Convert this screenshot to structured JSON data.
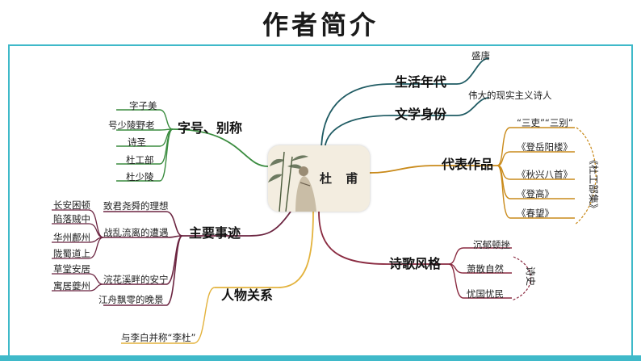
{
  "title": "作者简介",
  "center": {
    "name": "杜 甫",
    "portrait": "ink-portrait-with-bamboo"
  },
  "branches": {
    "life_era": {
      "label": "生活年代",
      "leaf": "盛唐"
    },
    "literary_identity": {
      "label": "文学身份",
      "leaf": "伟大的现实主义诗人"
    },
    "works": {
      "label": "代表作品",
      "items": [
        "“三吏”“三别”",
        "《登岳阳楼》",
        "《秋兴八首》",
        "《登高》",
        "《春望》"
      ],
      "side_label": "《杜工部集》"
    },
    "poetic_style": {
      "label": "诗歌风格",
      "items": [
        "沉郁顿挫",
        "萧散自然",
        "忧国忧民"
      ],
      "side_label": "诗史"
    },
    "names": {
      "label": "字号、别称",
      "items": [
        "字子美",
        "号少陵野老",
        "诗圣",
        "杜工部",
        "杜少陵"
      ]
    },
    "events": {
      "label": "主要事迹",
      "items": [
        {
          "label": "致君尧舜的理想",
          "subs": []
        },
        {
          "label": "战乱流离的遭遇",
          "subs": [
            "长安困顿",
            "陷落贼中",
            "华州鄜州",
            "陇蜀道上"
          ]
        },
        {
          "label": "浣花溪畔的安宁",
          "subs": [
            "草堂安居",
            "寓居夔州"
          ]
        },
        {
          "label": "江舟飘零的晚景",
          "subs": []
        }
      ]
    },
    "relations": {
      "label": "人物关系",
      "leaf": "与李白并称“李杜”"
    }
  },
  "colors": {
    "frame": "#3fb9c9",
    "life_era": "#1f5b63",
    "literary_identity": "#1f5b63",
    "works": "#c98a1a",
    "poetic_style": "#8a2a40",
    "names": "#3a8c3f",
    "events": "#6b2440",
    "relations": "#e3b23c"
  }
}
